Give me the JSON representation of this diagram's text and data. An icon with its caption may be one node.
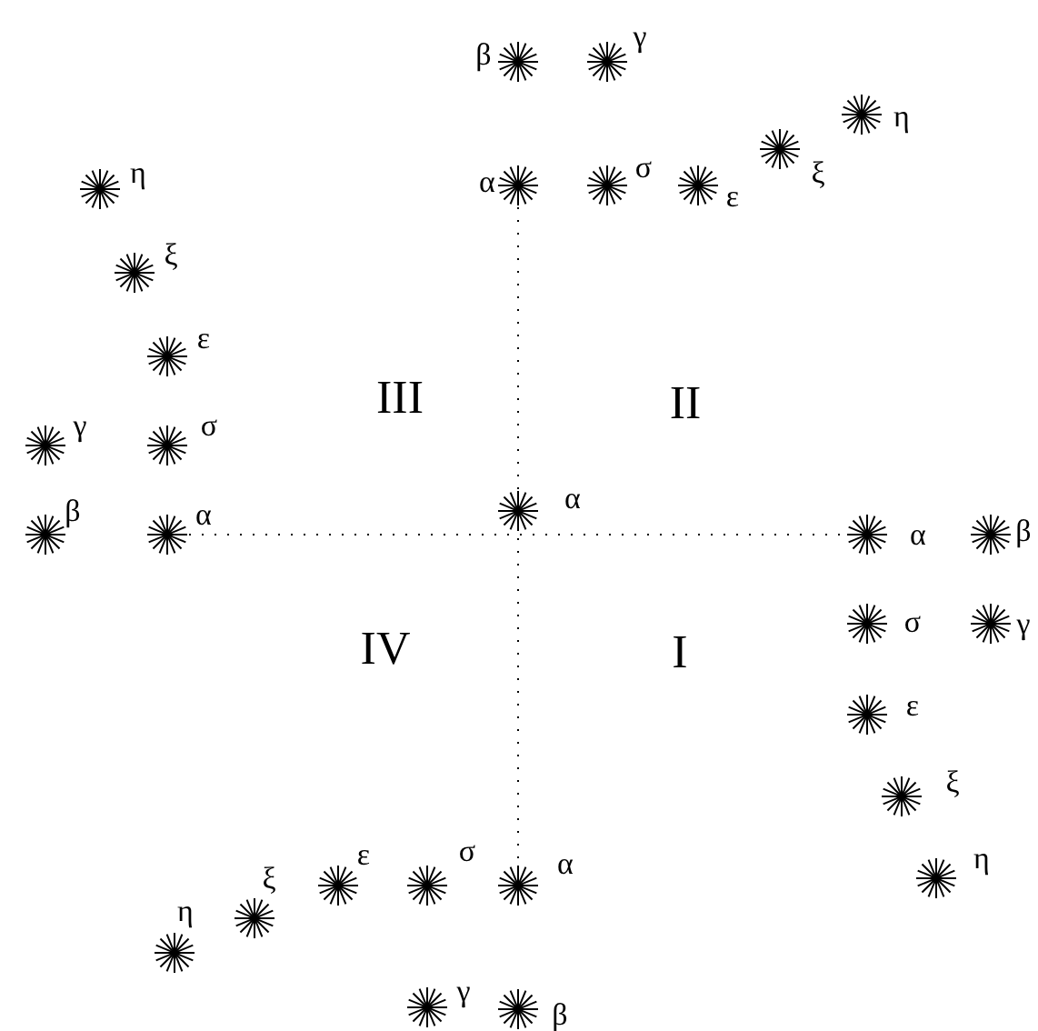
{
  "diagram": {
    "labels": [
      "β",
      "γ",
      "η",
      "η",
      "ξ",
      "α",
      "σ",
      "ε",
      "ξ",
      "ε",
      "III",
      "II",
      "γ",
      "σ",
      "α",
      "β",
      "α",
      "α",
      "β",
      "σ",
      "γ",
      "IV",
      "I",
      "ε",
      "ξ",
      "ε",
      "σ",
      "α",
      "η",
      "ξ",
      "η",
      "γ",
      "β"
    ]
  }
}
